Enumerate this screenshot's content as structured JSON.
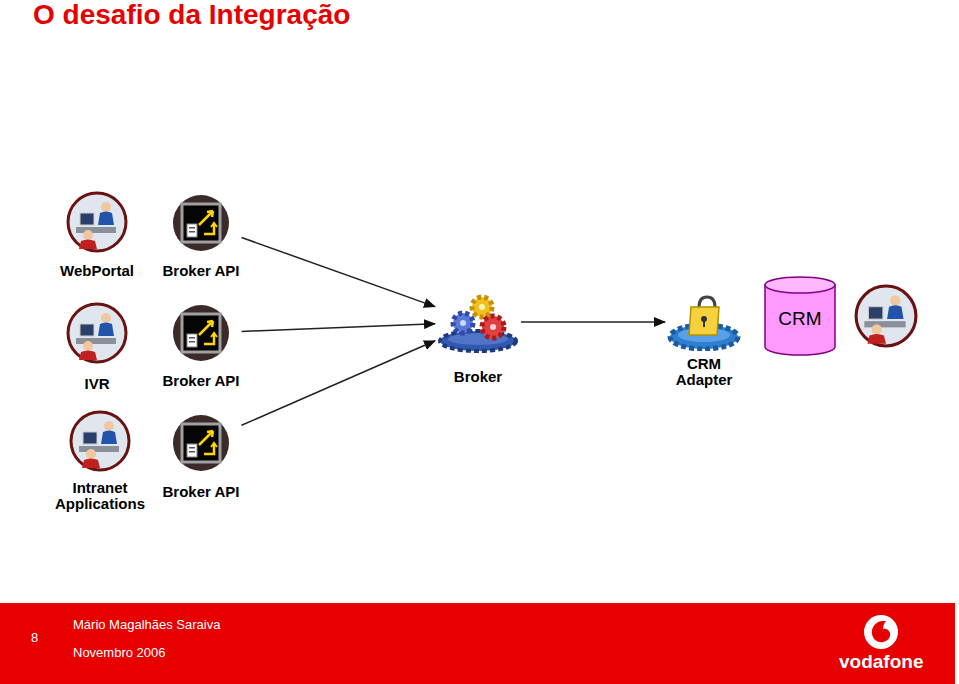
{
  "diagram": {
    "title": "O desafio da Integração",
    "nodes": [
      {
        "text": [
          "WebPortal"
        ]
      },
      {
        "text": [
          "Broker API"
        ]
      },
      {
        "text": [
          "CRM"
        ]
      },
      {
        "text": [
          "IVR"
        ]
      },
      {
        "text": [
          "Broker API"
        ]
      },
      {
        "text": [
          "Broker"
        ]
      },
      {
        "text": [
          "CRM Adapter"
        ]
      },
      {
        "text": [
          "Intranet Applications"
        ]
      },
      {
        "text": [
          "Broker API"
        ]
      }
    ],
    "edges": [
      {
        "from": 1,
        "to": 5,
        "arrow": "to"
      },
      {
        "from": 4,
        "to": 5,
        "arrow": "to"
      },
      {
        "from": 8,
        "to": 5,
        "arrow": "to"
      },
      {
        "from": 5,
        "to": 6,
        "arrow": "to"
      }
    ],
    "labels": [
      "8",
      "Mário Magalhães Saraiva",
      "Novembro 2006",
      "vodafone"
    ]
  }
}
